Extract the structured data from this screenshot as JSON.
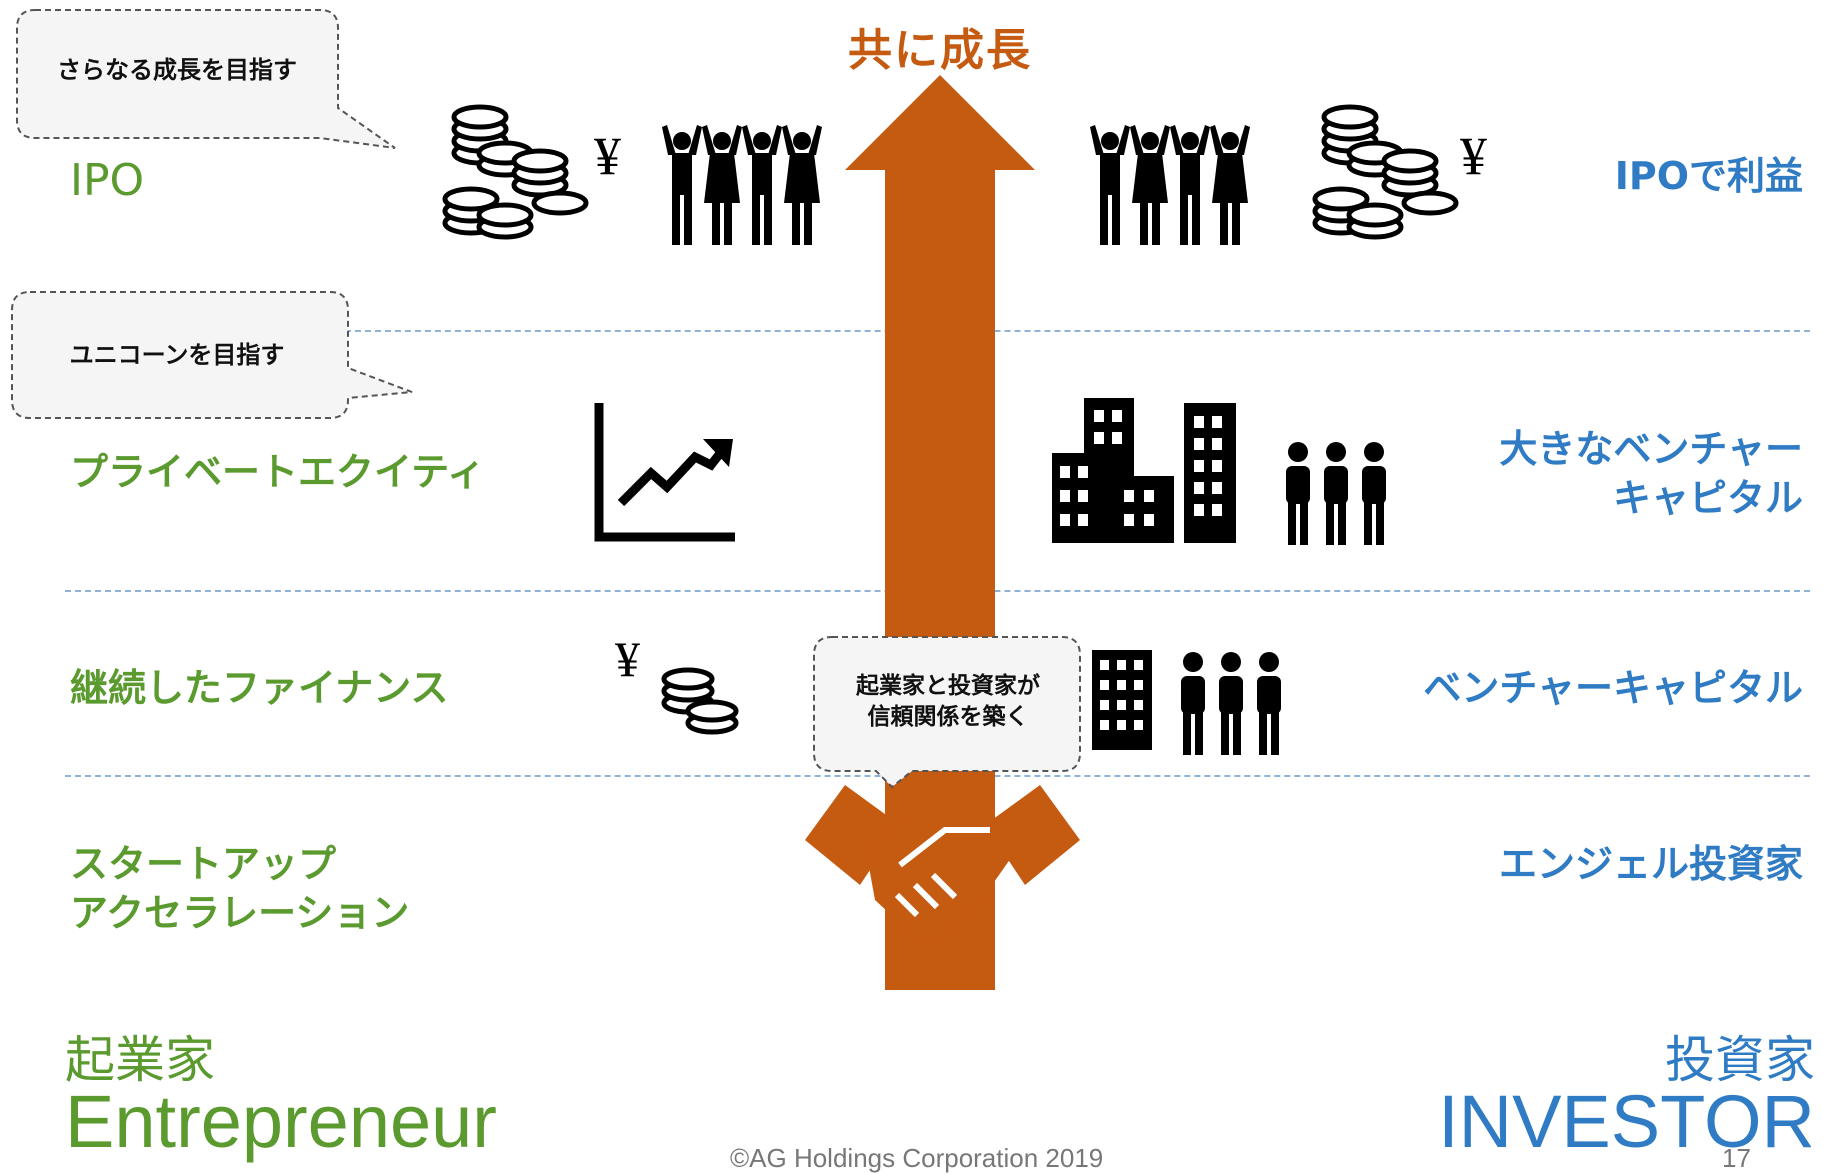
{
  "top_title": "共に成長",
  "bubbles": {
    "ipo": "さらなる成長を目指す",
    "unicorn": "ユニコーンを目指す",
    "trust_line1": "起業家と投資家が",
    "trust_line2": "信頼関係を築く"
  },
  "entrepreneur_stages": [
    {
      "lines": [
        "IPO"
      ]
    },
    {
      "lines": [
        "プライベートエクイティ"
      ]
    },
    {
      "lines": [
        "継続したファイナンス"
      ]
    },
    {
      "lines": [
        "スタートアップ",
        "アクセラレーション"
      ]
    }
  ],
  "investor_stages": [
    {
      "lines": [
        "IPOで利益"
      ]
    },
    {
      "lines": [
        "大きなベンチャー",
        "キャピタル"
      ]
    },
    {
      "lines": [
        "ベンチャーキャピタル"
      ]
    },
    {
      "lines": [
        "エンジェル投資家"
      ]
    }
  ],
  "entrepreneur": {
    "jp": "起業家",
    "en": "Entrepreneur"
  },
  "investor": {
    "jp": "投資家",
    "en": "INVESTOR"
  },
  "yen_symbol": "¥",
  "footer": {
    "copyright": "©AG Holdings Corporation 2019",
    "page": "17"
  },
  "colors": {
    "accent_orange": "#c55a11",
    "green": "#5a9a2e",
    "blue": "#2f7bc4"
  },
  "icons": [
    "coins-icon",
    "yen-icon",
    "cheering-people-icon",
    "growth-chart-icon",
    "buildings-icon",
    "building-icon",
    "people-icon",
    "handshake-icon"
  ]
}
